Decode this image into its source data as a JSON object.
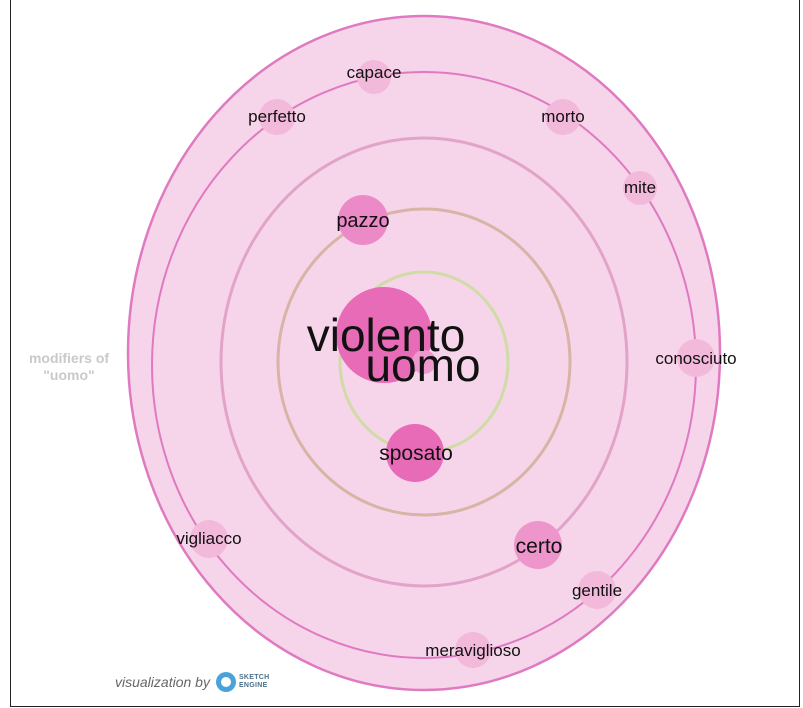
{
  "side_label": {
    "line1": "modifiers of",
    "line2": "\"uomo\""
  },
  "credit": {
    "text": "visualization by",
    "logo_line1": "SKETCH",
    "logo_line2": "ENGINE"
  },
  "center": {
    "modifier": "violento",
    "noun": "uomo"
  },
  "words": [
    {
      "id": "capace",
      "text": "capace"
    },
    {
      "id": "perfetto",
      "text": "perfetto"
    },
    {
      "id": "morto",
      "text": "morto"
    },
    {
      "id": "mite",
      "text": "mite"
    },
    {
      "id": "pazzo",
      "text": "pazzo"
    },
    {
      "id": "conosciuto",
      "text": "conosciuto"
    },
    {
      "id": "sposato",
      "text": "sposato"
    },
    {
      "id": "vigliacco",
      "text": "vigliacco"
    },
    {
      "id": "certo",
      "text": "certo"
    },
    {
      "id": "gentile",
      "text": "gentile"
    },
    {
      "id": "meraviglioso",
      "text": "meraviglioso"
    }
  ],
  "colors": {
    "outer_fill": "#f6d5ea",
    "outer_stroke": "#e07ac0",
    "ring_pink": "#e8a6cf",
    "ring_tan": "#d4b09f",
    "ring_green": "#cfdca6",
    "bubble_big": "#e86bb7",
    "bubble_small": "#f2b9db"
  }
}
